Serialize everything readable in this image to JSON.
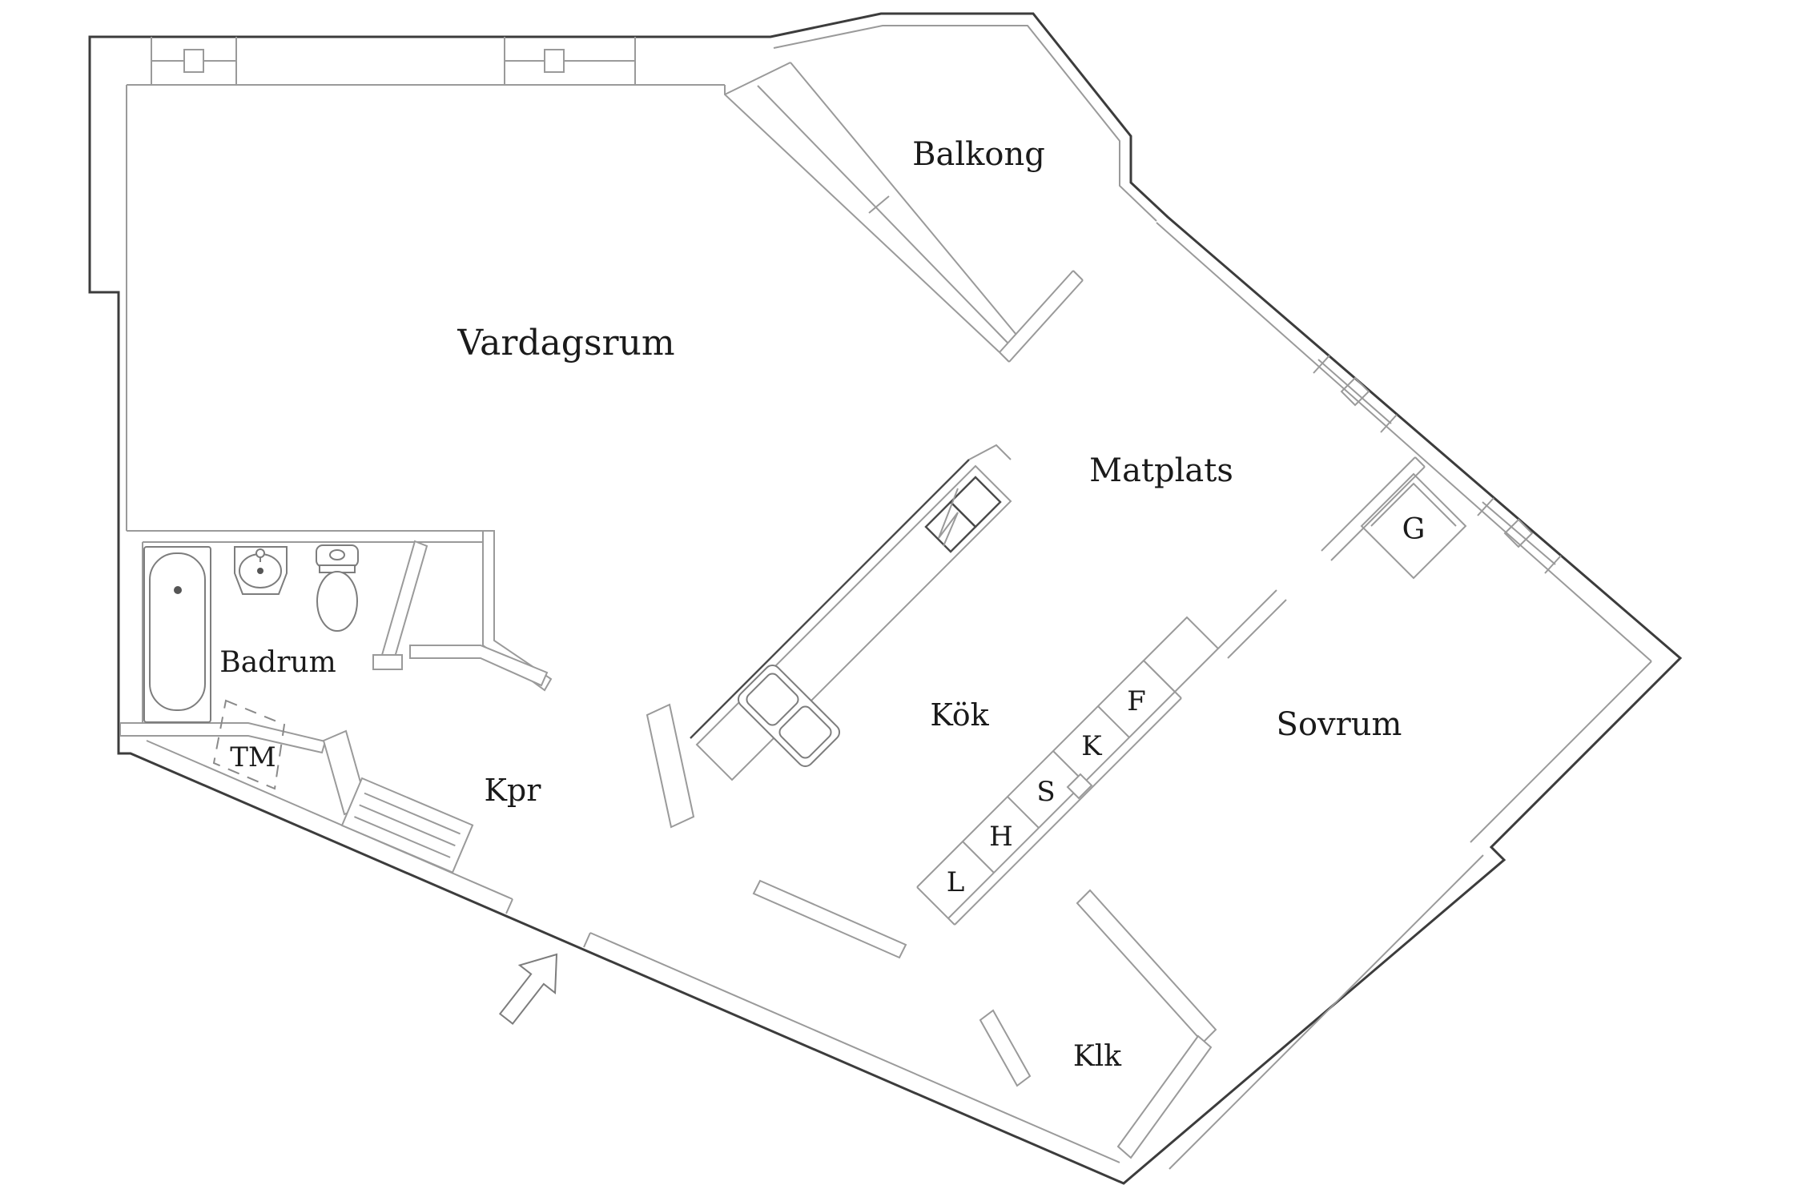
{
  "plan": {
    "type": "apartment-floor-plan",
    "language": "Swedish",
    "rooms": {
      "vardagsrum": {
        "label": "Vardagsrum"
      },
      "balkong": {
        "label": "Balkong"
      },
      "matplats": {
        "label": "Matplats"
      },
      "sovrum": {
        "label": "Sovrum"
      },
      "kok": {
        "label": "Kök"
      },
      "kpr": {
        "label": "Kpr"
      },
      "badrum": {
        "label": "Badrum"
      },
      "klk": {
        "label": "Klk"
      },
      "tm": {
        "label": "TM"
      },
      "g": {
        "label": "G"
      }
    },
    "closets": [
      {
        "label": "L"
      },
      {
        "label": "H"
      },
      {
        "label": "S"
      },
      {
        "label": "K"
      },
      {
        "label": "F"
      }
    ],
    "fixtures": [
      "bathtub",
      "wash-basin",
      "toilet",
      "washing-machine-slot",
      "radiator",
      "kitchen-counter",
      "kitchen-sink",
      "stove-unit",
      "entrance-arrow"
    ],
    "windows": {
      "top_wall": 2,
      "northeast_wall": 2,
      "balcony_wall_panes": 2
    },
    "colors": {
      "wall_thin": "#9a9a9a",
      "wall_outer": "#3c3c3c",
      "fixture": "#7d7d7d",
      "text": "#1a1a1a",
      "background": "#ffffff"
    }
  }
}
